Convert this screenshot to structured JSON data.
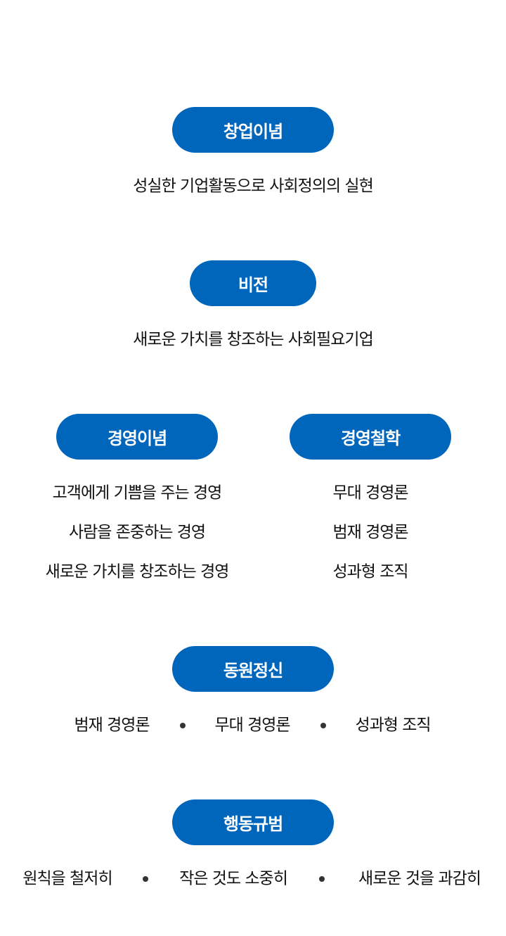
{
  "founding": {
    "title": "창업이념",
    "text": "성실한 기업활동으로 사회정의의 실현"
  },
  "vision": {
    "title": "비전",
    "text": "새로운 가치를 창조하는 사회필요기업"
  },
  "management_ideology": {
    "title": "경영이념",
    "items": [
      "고객에게 기쁨을 주는 경영",
      "사람을 존중하는 경영",
      "새로운 가치를 창조하는 경영"
    ]
  },
  "management_philosophy": {
    "title": "경영철학",
    "items": [
      "무대 경영론",
      "범재 경영론",
      "성과형 조직"
    ]
  },
  "dongwon_spirit": {
    "title": "동원정신",
    "items": [
      "범재 경영론",
      "무대 경영론",
      "성과형 조직"
    ]
  },
  "code_of_conduct": {
    "title": "행동규범",
    "items": [
      "원칙을 철저히",
      "작은 것도 소중히",
      "새로운 것을 과감히"
    ]
  },
  "colors": {
    "accent": "#0066bb"
  }
}
